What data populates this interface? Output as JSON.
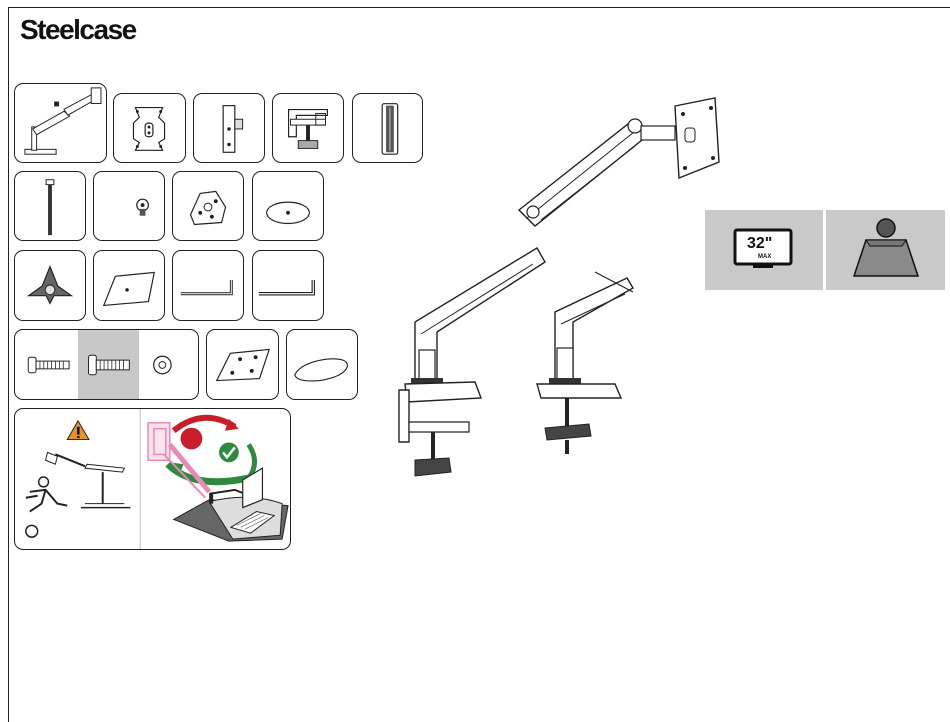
{
  "brand": {
    "name": "Steelcase"
  },
  "parts": [
    {
      "id": "arm-assembly",
      "icon": "monitor-arm-icon"
    },
    {
      "id": "vesa-plate",
      "icon": "vesa-plate-icon"
    },
    {
      "id": "bracket",
      "icon": "bracket-icon"
    },
    {
      "id": "desk-clamp",
      "icon": "desk-clamp-icon"
    },
    {
      "id": "cable-cover",
      "icon": "cable-cover-icon"
    },
    {
      "id": "long-bolt",
      "icon": "long-bolt-icon"
    },
    {
      "id": "cap-screw",
      "icon": "cap-screw-icon"
    },
    {
      "id": "grommet-plate",
      "icon": "grommet-plate-icon"
    },
    {
      "id": "round-pad",
      "icon": "round-pad-icon"
    },
    {
      "id": "knob",
      "icon": "knob-icon"
    },
    {
      "id": "base-plate",
      "icon": "base-plate-icon"
    },
    {
      "id": "hex-key-small",
      "icon": "hex-key-icon"
    },
    {
      "id": "hex-key-large",
      "icon": "hex-key-icon"
    },
    {
      "id": "screw-short",
      "icon": "screw-icon"
    },
    {
      "id": "screw-long",
      "icon": "screw-icon"
    },
    {
      "id": "washer",
      "icon": "washer-icon"
    },
    {
      "id": "reinforcement-plate",
      "icon": "reinforcement-plate-icon"
    },
    {
      "id": "oval-pad",
      "icon": "oval-pad-icon"
    }
  ],
  "warning": {
    "icon": "warning-triangle-icon",
    "wrong_icon": "prohibited-icon",
    "ok_icon": "checkmark-icon",
    "colors": {
      "warning": "#e8912a",
      "wrong": "#c81e2a",
      "ok": "#2e8b3e",
      "pink": "#e989b4"
    }
  },
  "specs": {
    "monitor_size": "32\"",
    "monitor_size_sub": "MAX",
    "weight_icon": "weight-icon"
  }
}
